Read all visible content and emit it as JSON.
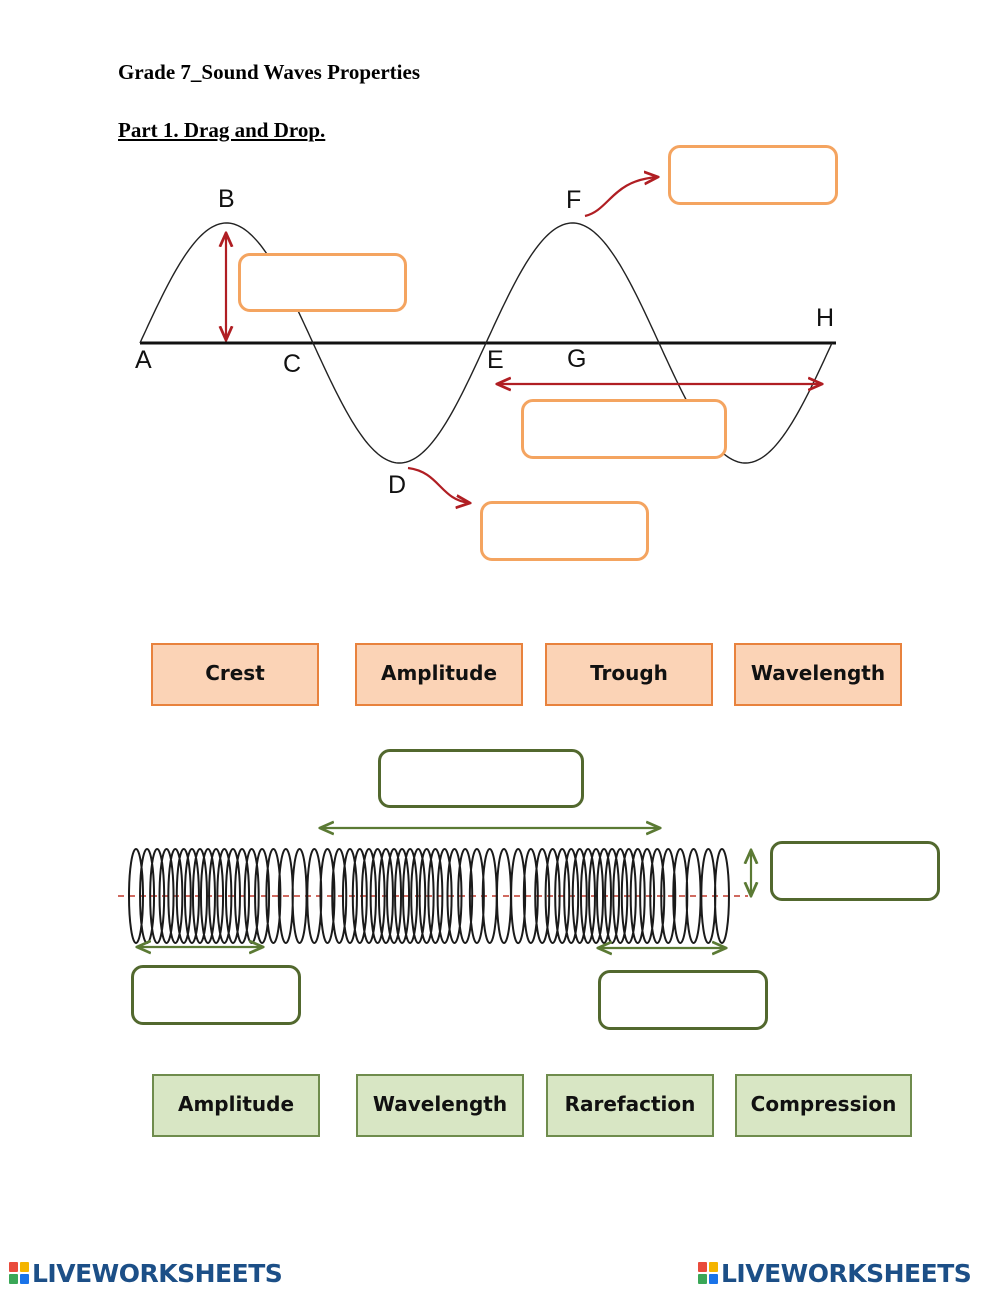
{
  "worksheet": {
    "title": "Grade 7_Sound Waves Properties",
    "part1_heading": "Part 1. Drag and Drop."
  },
  "transverse_wave": {
    "point_labels": [
      "A",
      "B",
      "C",
      "D",
      "E",
      "F",
      "G",
      "H"
    ]
  },
  "part1_tiles": [
    "Crest",
    "Amplitude",
    "Trough",
    "Wavelength"
  ],
  "part2_tiles": [
    "Amplitude",
    "Wavelength",
    "Rarefaction",
    "Compression"
  ],
  "branding": {
    "logo_text": "LIVEWORKSHEETS",
    "logo_icon": "liveworksheets-logo-icon"
  },
  "colors": {
    "wave_arrow": "#b01e23",
    "orange_box_border": "#f4a460",
    "orange_tile_fill": "#fbd3b6",
    "green_box_border": "#52682e",
    "green_tile_fill": "#d8e6c4",
    "spring_arrow": "#5b7a34",
    "logo_text": "#1c4f87"
  }
}
